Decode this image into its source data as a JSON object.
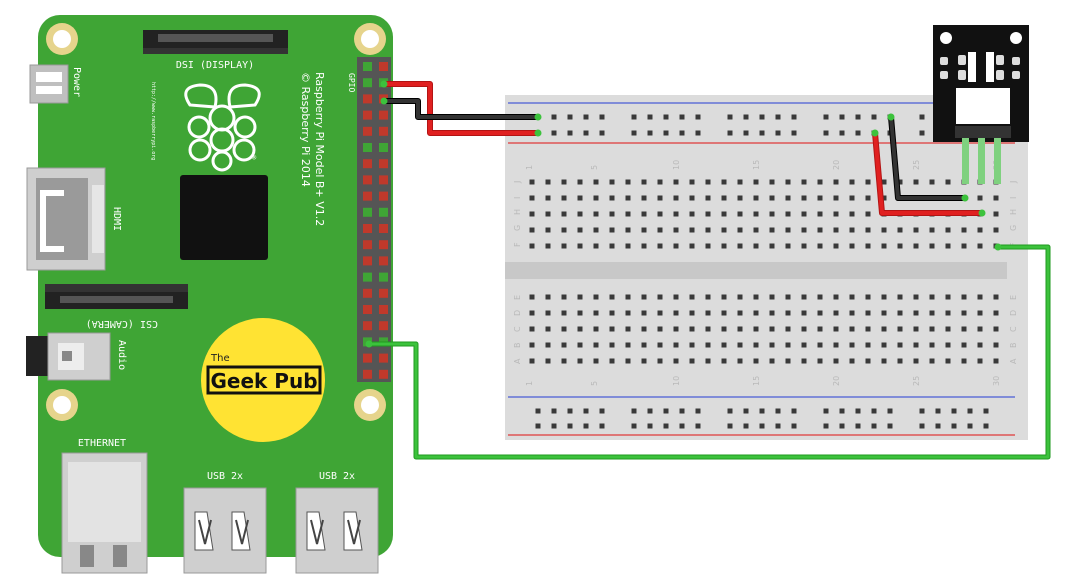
{
  "pi": {
    "label_dsi": "DSI (DISPLAY)",
    "label_power": "Power",
    "label_hdmi": "HDMI",
    "label_csi": "CSI (CAMERA)",
    "label_audio": "Audio",
    "label_gpio": "GPIO",
    "model_line1": "Raspberry Pi Model B+ V1.2",
    "model_line2": "© Raspberry Pi 2014",
    "url": "http://www.raspberrypi.org",
    "label_ethernet": "ETHERNET",
    "label_usb_left": "USB 2x",
    "label_usb_right": "USB 2x",
    "board_color": "#3fa535"
  },
  "logo": {
    "small": "The",
    "main": "Geek Pub",
    "color": "#ffe333"
  },
  "breadboard": {
    "row_letters_top": [
      "J",
      "I",
      "H",
      "G",
      "F"
    ],
    "row_letters_bottom": [
      "E",
      "D",
      "C",
      "B",
      "A"
    ],
    "column_numbers": [
      "1",
      "5",
      "10",
      "15",
      "20",
      "25",
      "30"
    ]
  },
  "wires": {
    "power": "#e02020",
    "ground": "#222222",
    "signal": "#3cc23c"
  },
  "sensor": {
    "board_color": "#111111"
  }
}
